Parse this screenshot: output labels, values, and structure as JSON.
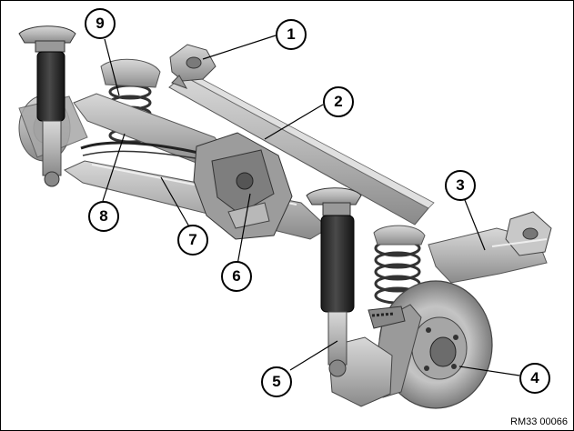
{
  "figure": {
    "reference_code": "RM33 00066",
    "background_color": "#ffffff",
    "metal_color": "#b9b9b9",
    "dark_color": "#2a2a2a"
  },
  "callouts": [
    {
      "id": "1",
      "label": "1"
    },
    {
      "id": "2",
      "label": "2"
    },
    {
      "id": "3",
      "label": "3"
    },
    {
      "id": "4",
      "label": "4"
    },
    {
      "id": "5",
      "label": "5"
    },
    {
      "id": "6",
      "label": "6"
    },
    {
      "id": "7",
      "label": "7"
    },
    {
      "id": "8",
      "label": "8"
    },
    {
      "id": "9",
      "label": "9"
    }
  ]
}
